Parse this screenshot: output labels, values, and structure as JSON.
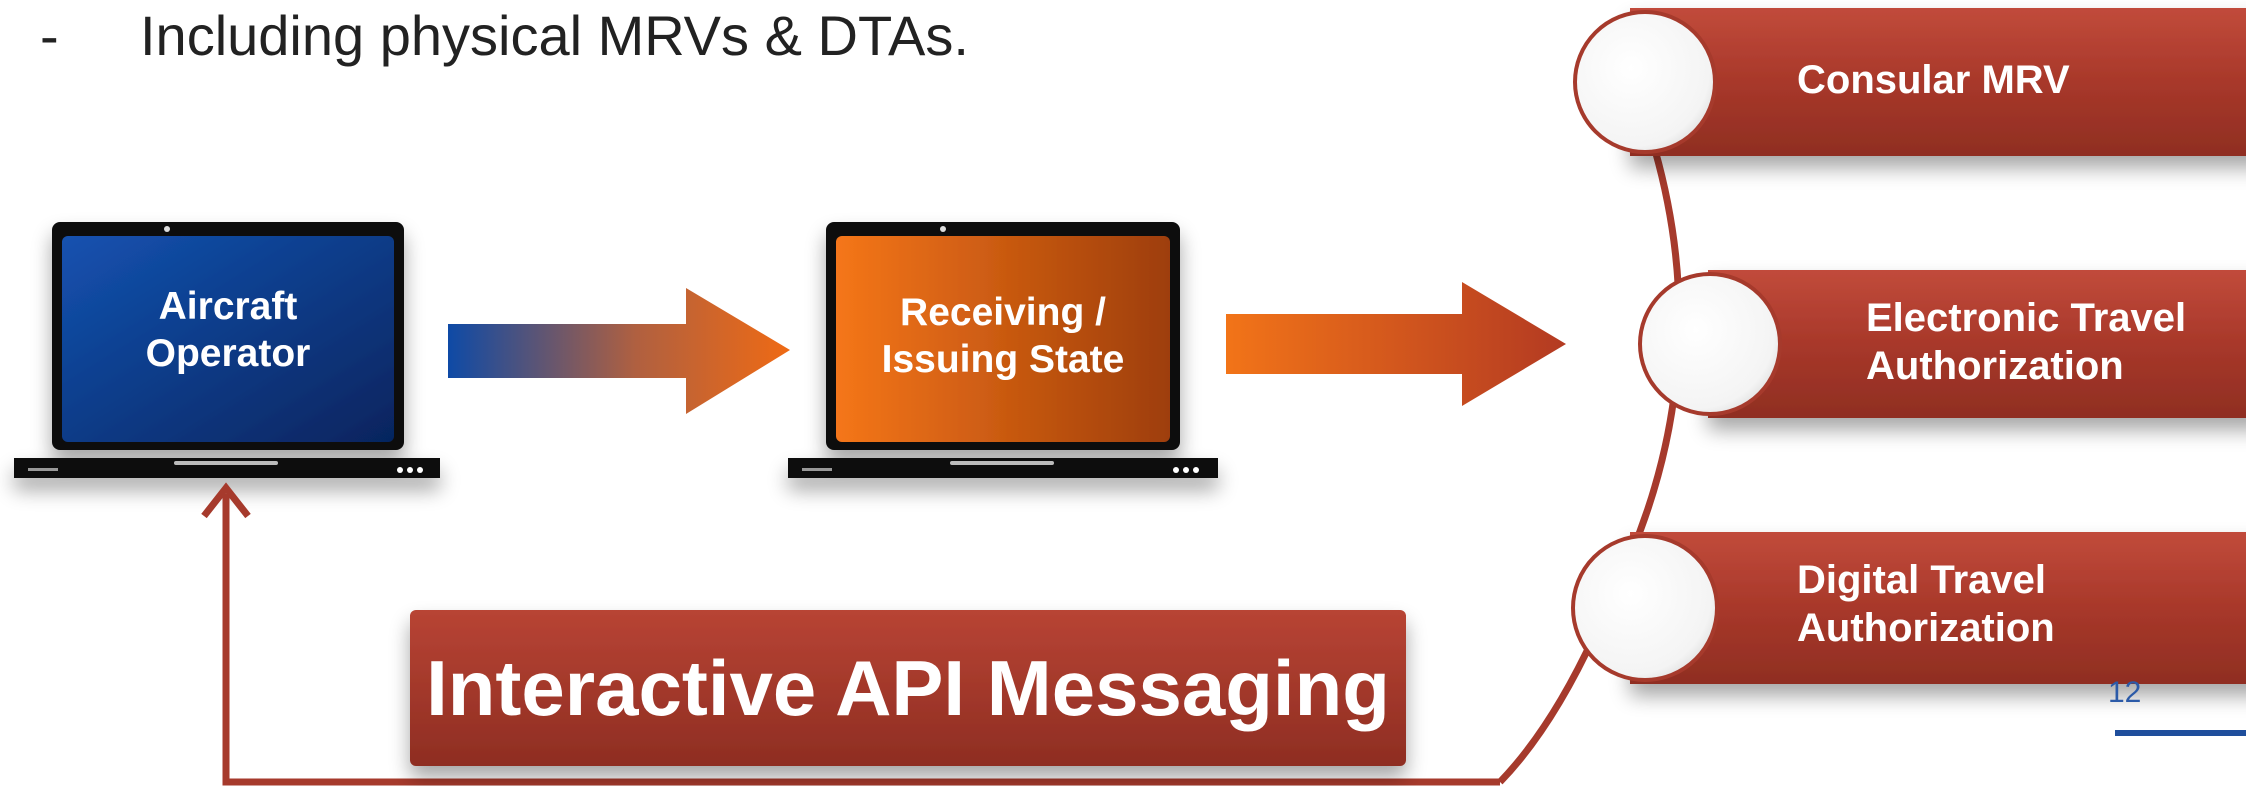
{
  "bullet": {
    "marker": "-",
    "text": "Including physical MRVs & DTAs."
  },
  "laptops": [
    {
      "label_line1": "Aircraft",
      "label_line2": "Operator",
      "screen_color": "#0b3d91"
    },
    {
      "label_line1": "Receiving /",
      "label_line2": "Issuing State",
      "screen_color": "#e8630f"
    }
  ],
  "options": [
    {
      "line1": "Consular MRV",
      "line2": ""
    },
    {
      "line1": "Electronic Travel",
      "line2": "Authorization"
    },
    {
      "line1": "Digital Travel",
      "line2": "Authorization"
    }
  ],
  "banner": {
    "text": "Interactive API Messaging"
  },
  "page_number": "12",
  "colors": {
    "accent_red": "#a63a2c",
    "blue": "#0b3d91",
    "orange": "#ef6c10"
  }
}
